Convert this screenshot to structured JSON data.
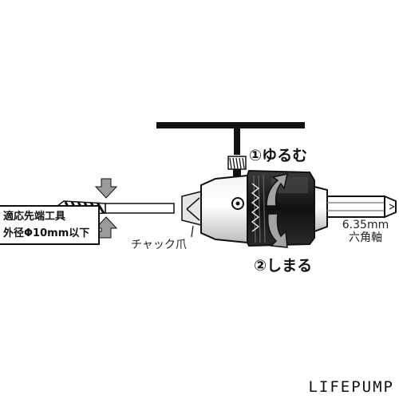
{
  "labels": {
    "step_loosen": "①ゆるむ",
    "step_tighten": "②しまる",
    "hex_size": "6.35mm",
    "hex_shaft": "六角軸",
    "chuck_claw": "チャック爪",
    "tool_line1": "適応先端工具",
    "tool_line2": "外径Φ10mm以下"
  },
  "brand": "LIFEPUMP",
  "colors": {
    "ink": "#111111",
    "arrow_fill": "#9a9a9a",
    "chuck_shadow": "#cfcfcf"
  },
  "icons": [
    "t-handle-key-icon",
    "drill-bit-icon",
    "keyed-chuck-icon",
    "hex-shank-icon",
    "curved-arrow-icon",
    "down-arrow-icon",
    "up-arrow-icon"
  ]
}
